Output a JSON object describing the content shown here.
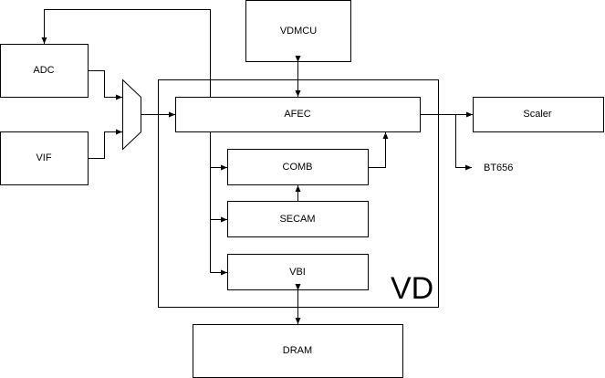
{
  "diagram": {
    "title": "VD block diagram",
    "container": {
      "id": "vd",
      "label": "VD"
    },
    "blocks": [
      {
        "id": "adc",
        "label": "ADC"
      },
      {
        "id": "vif",
        "label": "VIF"
      },
      {
        "id": "vdmcu",
        "label": "VDMCU"
      },
      {
        "id": "afec",
        "label": "AFEC"
      },
      {
        "id": "comb",
        "label": "COMB"
      },
      {
        "id": "secam",
        "label": "SECAM"
      },
      {
        "id": "vbi",
        "label": "VBI"
      },
      {
        "id": "dram",
        "label": "DRAM"
      },
      {
        "id": "scaler",
        "label": "Scaler"
      }
    ],
    "outputs": [
      {
        "id": "bt656",
        "label": "BT656"
      }
    ],
    "connections": [
      {
        "from": "adc",
        "to": "mux",
        "type": "arrow"
      },
      {
        "from": "vif",
        "to": "mux",
        "type": "arrow"
      },
      {
        "from": "mux",
        "to": "afec",
        "type": "arrow"
      },
      {
        "from": "afec",
        "to": "adc",
        "type": "arrow"
      },
      {
        "from": "vdmcu",
        "to": "afec",
        "type": "bidirectional"
      },
      {
        "from": "afec",
        "to": "comb",
        "type": "arrow"
      },
      {
        "from": "afec",
        "to": "secam",
        "type": "arrow"
      },
      {
        "from": "afec",
        "to": "vbi",
        "type": "arrow"
      },
      {
        "from": "secam",
        "to": "comb",
        "type": "arrow"
      },
      {
        "from": "comb",
        "to": "afec",
        "type": "arrow"
      },
      {
        "from": "vbi",
        "to": "dram",
        "type": "bidirectional"
      },
      {
        "from": "afec",
        "to": "scaler",
        "type": "arrow"
      },
      {
        "from": "afec",
        "to": "bt656",
        "type": "arrow"
      }
    ]
  }
}
